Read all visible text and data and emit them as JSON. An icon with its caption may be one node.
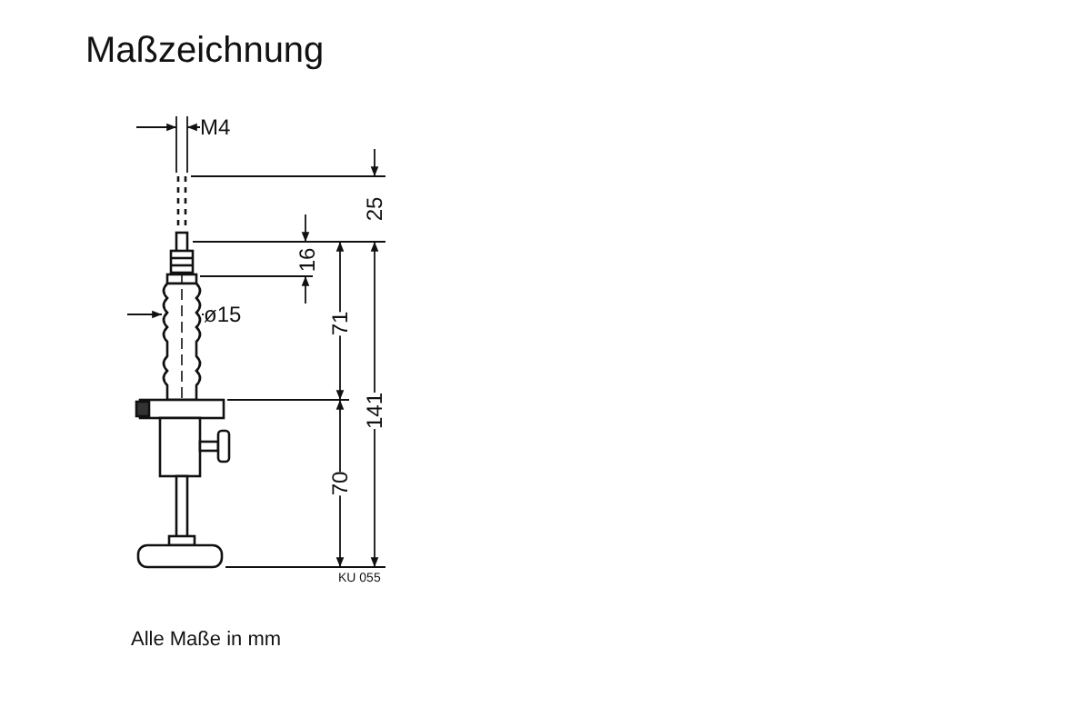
{
  "diagram": {
    "title": "Maßzeichnung",
    "caption": "Alle Maße in mm",
    "labels": [
      "M4",
      "25",
      "16",
      "ø15",
      "71",
      "141",
      "70",
      "KU 055"
    ]
  }
}
